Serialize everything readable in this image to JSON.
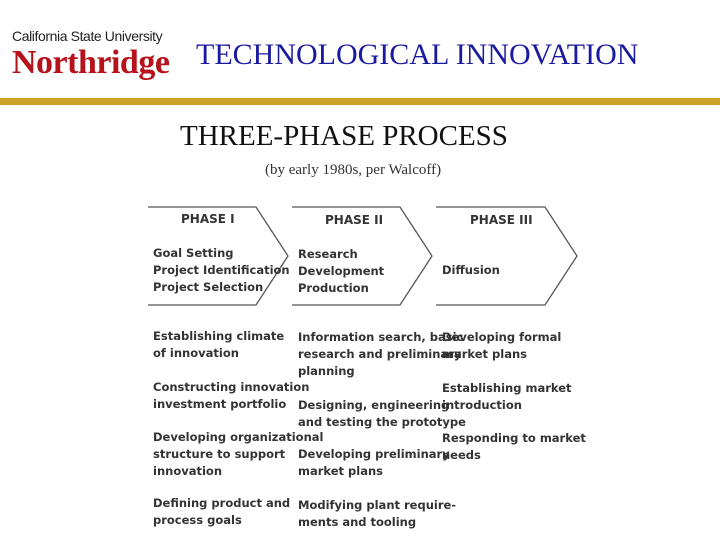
{
  "header": {
    "logo_top": "California State University",
    "logo_main": "Northridge",
    "title": "TECHNOLOGICAL INNOVATION",
    "accent_color": "#c9a227",
    "brand_color": "#b5121b",
    "title_color": "#1a1aa0"
  },
  "slide": {
    "subtitle": "THREE-PHASE PROCESS",
    "note": "(by early 1980s, per Walcoff)"
  },
  "diagram": {
    "phases": [
      {
        "title": "PHASE I",
        "items": [
          "Goal Setting",
          "Project Identification",
          "Project Selection"
        ]
      },
      {
        "title": "PHASE II",
        "items": [
          "Research",
          "Development",
          "Production"
        ]
      },
      {
        "title": "PHASE III",
        "items": [
          "Diffusion"
        ]
      }
    ],
    "activities": [
      [
        [
          "Establishing climate",
          "of innovation"
        ],
        [
          "Constructing innovation",
          "investment portfolio"
        ],
        [
          "Developing organizational",
          "structure to support",
          "innovation"
        ],
        [
          "Defining product and",
          "process goals"
        ]
      ],
      [
        [
          "Information search, basic",
          "research and preliminary",
          "planning"
        ],
        [
          "Designing, engineering",
          "and testing the prototype"
        ],
        [
          "Developing preliminary",
          "market plans"
        ],
        [
          "Modifying plant require-",
          "ments and tooling"
        ]
      ],
      [
        [
          "Developing formal",
          "market plans"
        ],
        [
          "Establishing market",
          "introduction"
        ],
        [
          "Responding to market",
          "needs"
        ]
      ]
    ]
  }
}
